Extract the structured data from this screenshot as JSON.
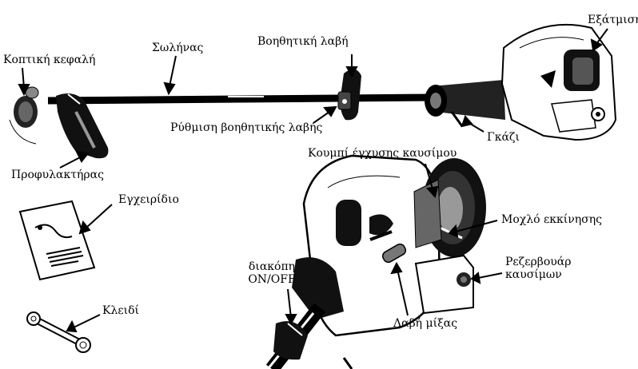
{
  "labels": {
    "cutting_head": "Κοπτική κεφαλή",
    "shaft": "Σωλήνας",
    "aux_handle": "Βοηθητική λαβή",
    "exhaust": "Εξάτμιση",
    "aux_handle_adjust": "Ρύθμιση βοηθητικής λαβής",
    "throttle": "Γκάζι",
    "guard": "Προφυλακτήρας",
    "primer_button": "Κουμπί έγχυσης καυσίμου",
    "manual": "Εγχειρίδιο",
    "starter_handle": "Μοχλό εκκίνησης",
    "fuel_tank": "Ρεζερβουάρ καυσίμων",
    "switch_line1": "διακόπη",
    "switch_line2": "ON/OFF",
    "wrench": "Κλειδί",
    "choke": "Λαβή μίξας"
  },
  "colors": {
    "ink": "#000000",
    "paper": "#ffffff",
    "shade": "#555555"
  },
  "icons": [
    "trimmer-illustration",
    "engine-closeup-illustration",
    "manual-booklet-icon",
    "wrench-icon"
  ]
}
